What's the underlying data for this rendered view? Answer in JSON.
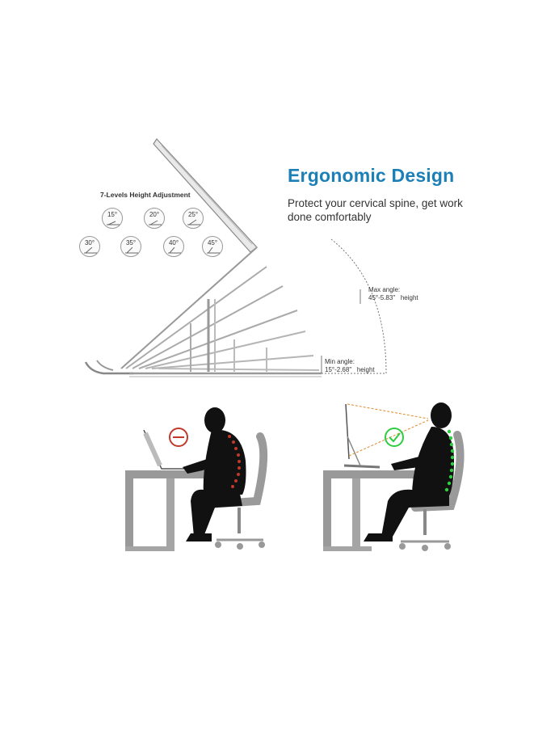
{
  "headline": {
    "title": "Ergonomic Design",
    "line1": "Protect your cervical spine, get work",
    "line2": "done comfortably"
  },
  "levels": {
    "title": "7-Levels Height Adjustment",
    "angles": [
      "15°",
      "20°",
      "25°",
      "30°",
      "35°",
      "40°",
      "45°"
    ]
  },
  "max_angle": {
    "label": "Max angle:",
    "value": "45°-5.83\"",
    "unit": "height"
  },
  "min_angle": {
    "label": "Min angle:",
    "value": "15°-2.68\"",
    "unit": "height"
  },
  "colors": {
    "accent": "#1c7fb6",
    "bad": "#c0392b",
    "good": "#2ecc40",
    "desk": "#999999",
    "silhouette": "#111111"
  },
  "icons": {
    "bad_posture": "no-entry-icon",
    "good_posture": "checkmark-icon"
  }
}
